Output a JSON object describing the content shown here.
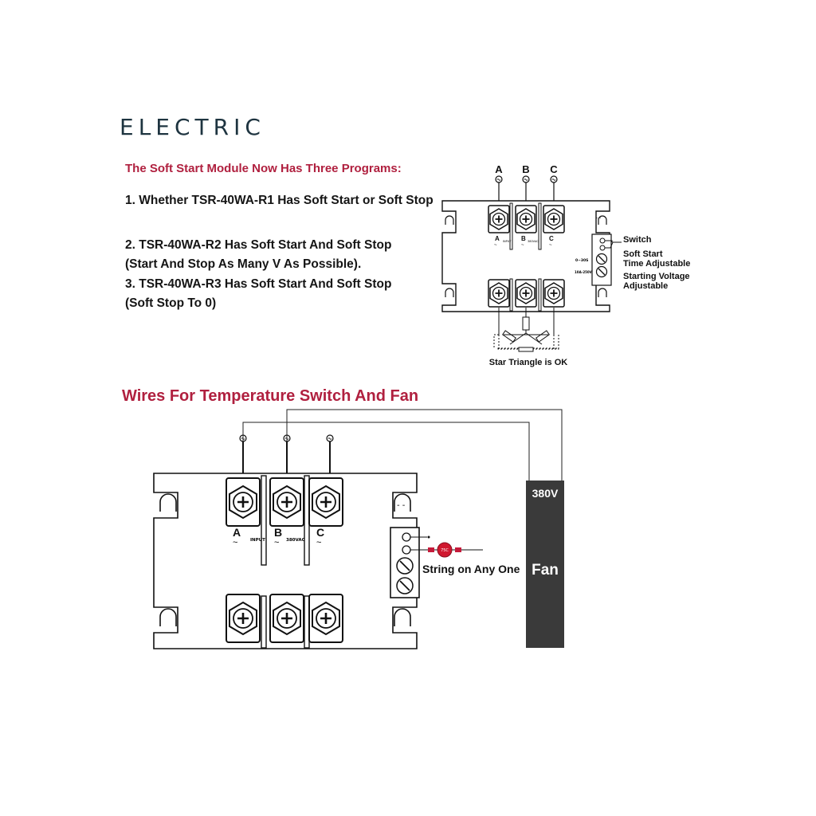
{
  "brand": "ELECTRIC",
  "programs": {
    "title": "The Soft Start Module Now Has Three Programs:",
    "items": [
      {
        "main": "1. Whether TSR-40WA-R1 Has Soft Start or Soft Stop",
        "sub": ""
      },
      {
        "main": "2. TSR-40WA-R2 Has Soft Start And Soft Stop",
        "sub": "(Start And Stop As Many V As Possible)."
      },
      {
        "main": "3. TSR-40WA-R3 Has Soft Start And Soft Stop",
        "sub": "(Soft Stop To 0)"
      }
    ]
  },
  "top_diagram": {
    "phases": [
      "A",
      "B",
      "C"
    ],
    "input_label": "INPUT",
    "voltage_label": "380VAC",
    "switch_label": "Switch",
    "soft_start_label_1": "Soft Start",
    "soft_start_label_2": "Time Adjustable",
    "starting_voltage_label_1": "Starting Voltage",
    "starting_voltage_label_2": "Adjustable",
    "knob1_label": "0~30S",
    "knob2_label": "10A-250V",
    "caption": "Star Triangle is OK"
  },
  "wiring": {
    "title": "Wires For Temperature Switch And Fan",
    "phases": [
      "A",
      "B",
      "C"
    ],
    "input_label": "INPUT",
    "voltage_label": "380VAC",
    "string_label": "String on Any One",
    "fan_voltage": "380V",
    "fan_label": "Fan",
    "thermostat_label": "75C"
  },
  "colors": {
    "accent": "#b0203f",
    "fan": "#3a3a3a",
    "brand": "#1e3440"
  }
}
